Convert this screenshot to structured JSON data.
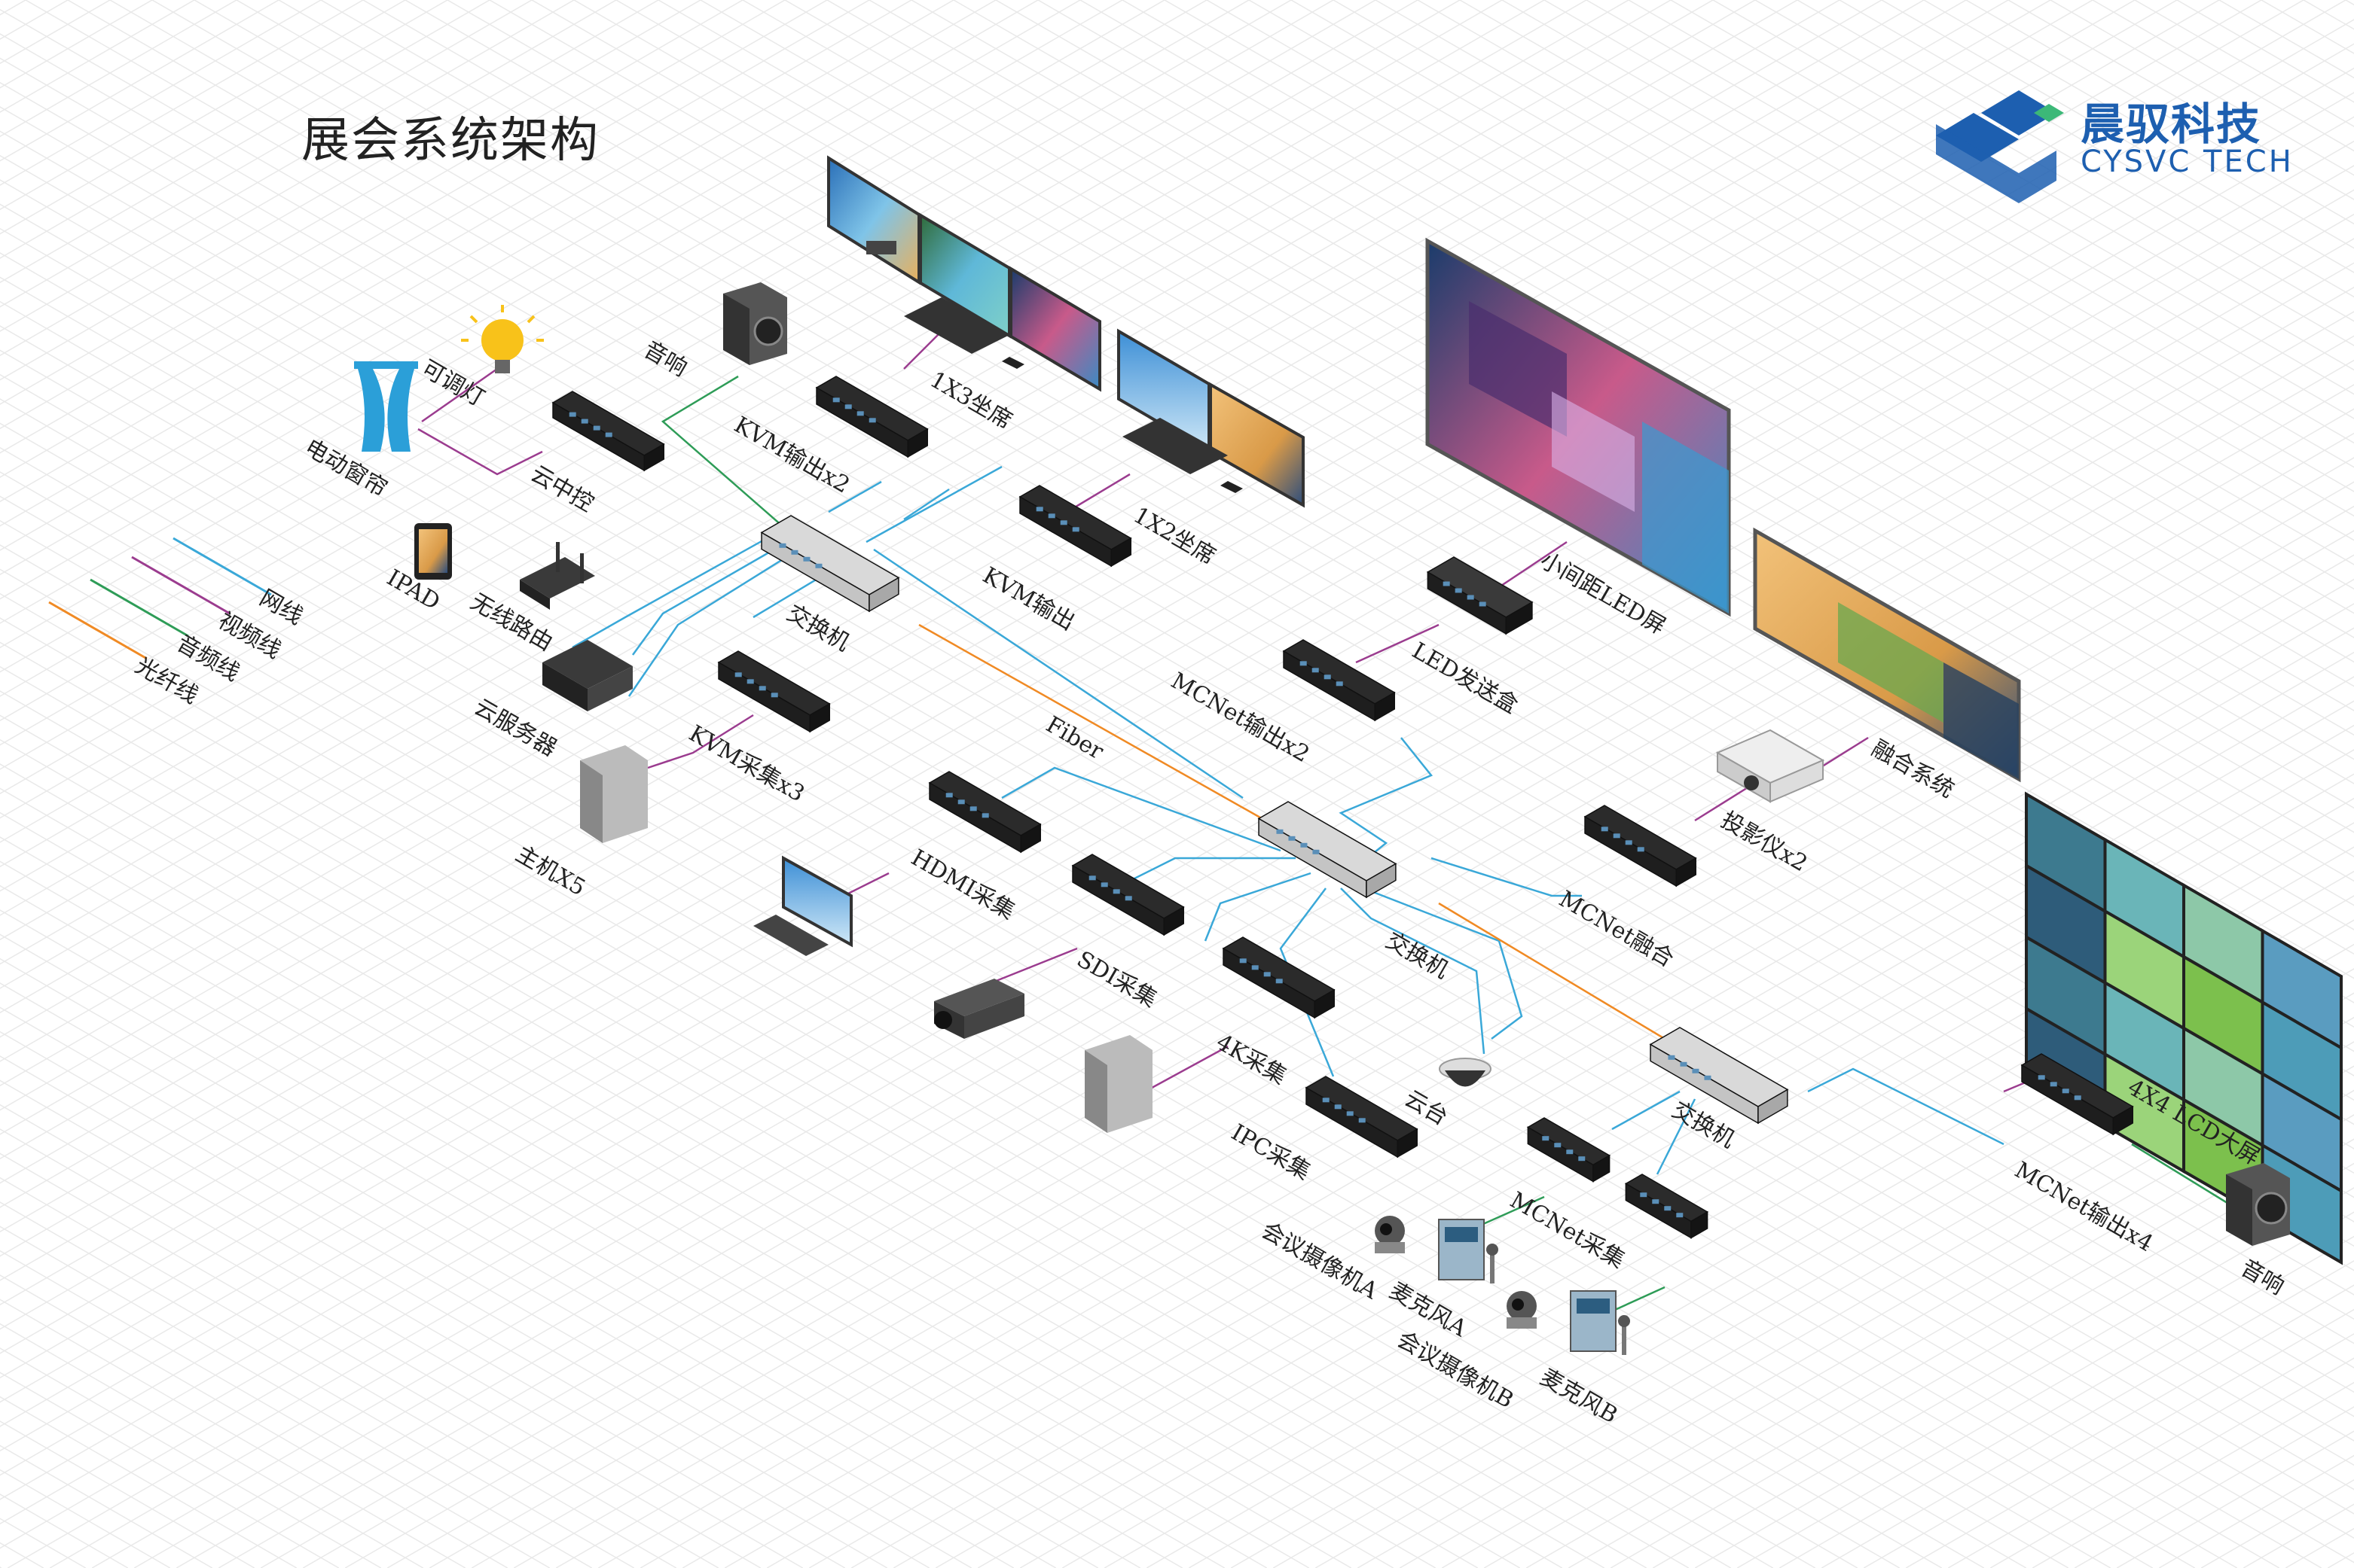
{
  "title": "展会系统架构",
  "brand": {
    "name_cn": "晨驭科技",
    "name_en": "CYSVC TECH",
    "color": "#1d5fb0",
    "accent": "#3cb878"
  },
  "legend": [
    {
      "label": "网线",
      "color": "#3aa8d8"
    },
    {
      "label": "视频线",
      "color": "#9b3c8f"
    },
    {
      "label": "音频线",
      "color": "#2e9c57"
    },
    {
      "label": "光纤线",
      "color": "#f08a24"
    }
  ],
  "fiber_label": "Fiber",
  "labels": {
    "lamp": "可调灯",
    "curtain": "电动窗帘",
    "speaker_top": "音响",
    "cloud_ctrl": "云中控",
    "kvm_out_x2": "KVM输出x2",
    "seat_1x3": "1X3坐席",
    "seat_1x2": "1X2坐席",
    "kvm_out": "KVM输出",
    "ipad": "IPAD",
    "router": "无线路由",
    "switch_1": "交换机",
    "cloud_server": "云服务器",
    "kvm_cap_x3": "KVM采集x3",
    "host_x5": "主机X5",
    "led_sender": "LED发送盒",
    "mcnet_out_x2": "MCNet输出x2",
    "small_led": "小间距LED屏",
    "hdmi_cap": "HDMI采集",
    "sdi_cap": "SDI采集",
    "k4_cap": "4K采集",
    "ipc_cap": "IPC采集",
    "switch_2": "交换机",
    "ptz": "云台",
    "projector": "投影仪x2",
    "fusion_sys": "融合系统",
    "mcnet_fusion": "MCNet融合",
    "switch_3": "交换机",
    "mcnet_cap": "MCNet采集",
    "conf_cam_a": "会议摄像机A",
    "mic_a": "麦克风A",
    "conf_cam_b": "会议摄像机B",
    "mic_b": "麦克风B",
    "lcd_4x4": "4X4 LCD大屏",
    "mcnet_out_x4": "MCNet输出x4",
    "speaker_right": "音响"
  }
}
